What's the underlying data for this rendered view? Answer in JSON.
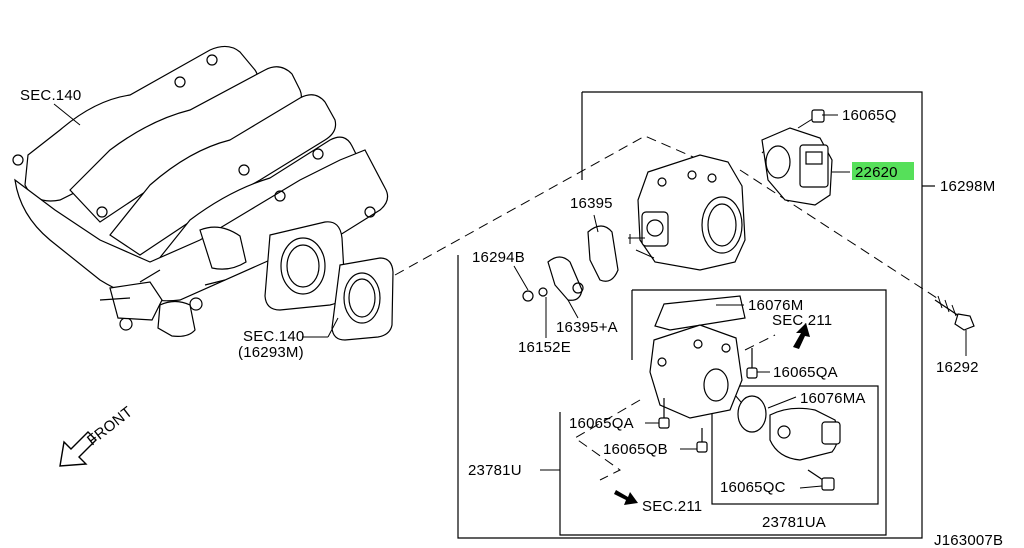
{
  "labels": {
    "sec140_top": "SEC.140",
    "sec140_bottom": "SEC.140",
    "ref_16293m": "(16293M)",
    "p16065q": "16065Q",
    "p22620": "22620",
    "p16298m": "16298M",
    "p16395": "16395",
    "p16294b": "16294B",
    "p16395a": "16395+A",
    "p16152e": "16152E",
    "p16076m": "16076M",
    "sec211_upper": "SEC.211",
    "p16065qa_right": "16065QA",
    "p16065qa_left": "16065QA",
    "p16065qb": "16065QB",
    "p16076ma": "16076MA",
    "p16065qc": "16065QC",
    "p23781u": "23781U",
    "sec211_lower": "SEC.211",
    "p23781ua": "23781UA",
    "p16292": "16292",
    "front": "FRONT",
    "diagram_code": "J163007B"
  },
  "highlight_color": "#56e05a",
  "highlighted_part": "22620"
}
